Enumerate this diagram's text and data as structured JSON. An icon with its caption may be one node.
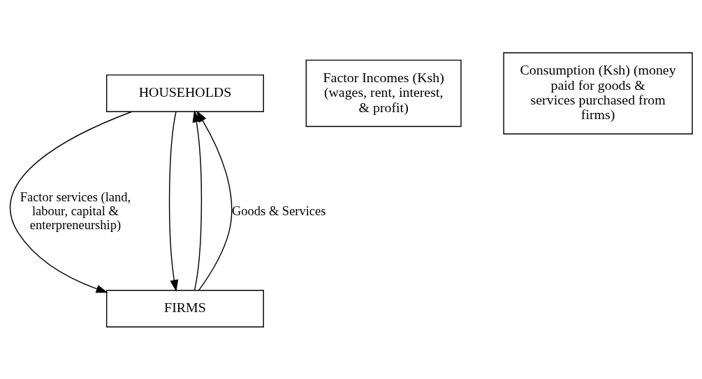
{
  "diagram": {
    "nodes": [
      {
        "text": [
          "HOUSEHOLDS"
        ]
      },
      {
        "text": [
          "Factor Incomes (Ksh) (wages, rent, interest, & profit)"
        ]
      },
      {
        "text": [
          "Consumption (Ksh) (money paid for goods & services purchased from firms)"
        ]
      },
      {
        "text": [
          "FIRMS"
        ]
      }
    ],
    "edges": [
      {
        "from": 3,
        "to": 0,
        "arrow": "to"
      },
      {
        "from": 0,
        "to": 3,
        "arrow": "to",
        "label": "Factor services (land, labour, capital & enterpreneurship)"
      },
      {
        "from": 3,
        "to": 0,
        "arrow": "to",
        "label": "Goods & Services"
      },
      {
        "from": 0,
        "to": 3,
        "arrow": "to"
      }
    ]
  }
}
